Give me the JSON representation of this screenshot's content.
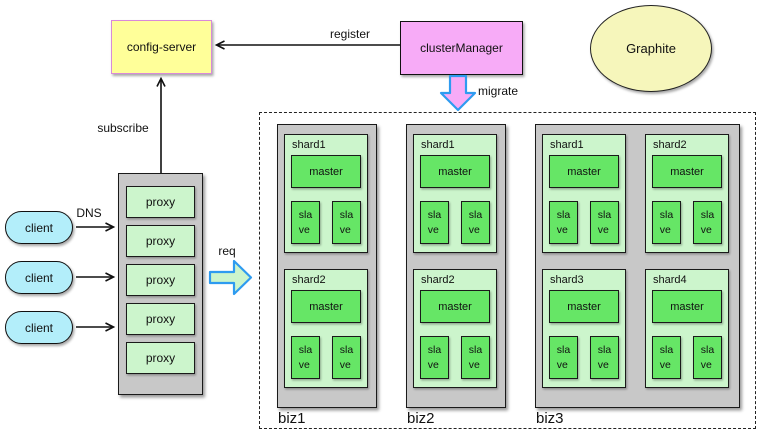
{
  "diagram": {
    "nodes": {
      "config_server": "config-server",
      "cluster_manager": "clusterManager",
      "graphite": "Graphite"
    },
    "labels": {
      "register": "register",
      "subscribe": "subscribe",
      "migrate": "migrate",
      "dns": "DNS",
      "req": "req"
    },
    "clients": [
      "client",
      "client",
      "client"
    ],
    "proxies": [
      "proxy",
      "proxy",
      "proxy",
      "proxy",
      "proxy"
    ],
    "groups": [
      {
        "label": "biz1",
        "shards": [
          {
            "label": "shard1",
            "master": "master",
            "slaves": [
              "sla\nve",
              "sla\nve"
            ]
          },
          {
            "label": "shard2",
            "master": "master",
            "slaves": [
              "sla\nve",
              "sla\nve"
            ]
          }
        ]
      },
      {
        "label": "biz2",
        "shards": [
          {
            "label": "shard1",
            "master": "master",
            "slaves": [
              "sla\nve",
              "sla\nve"
            ]
          },
          {
            "label": "shard2",
            "master": "master",
            "slaves": [
              "sla\nve",
              "sla\nve"
            ]
          }
        ]
      },
      {
        "label": "biz3",
        "shards": [
          {
            "label": "shard1",
            "master": "master",
            "slaves": [
              "sla\nve",
              "sla\nve"
            ]
          },
          {
            "label": "shard2",
            "master": "master",
            "slaves": [
              "sla\nve",
              "sla\nve"
            ]
          },
          {
            "label": "shard3",
            "master": "master",
            "slaves": [
              "sla\nve",
              "sla\nve"
            ]
          },
          {
            "label": "shard4",
            "master": "master",
            "slaves": [
              "sla\nve",
              "sla\nve"
            ]
          }
        ]
      }
    ],
    "colors": {
      "config_server_fill": "#ffff99",
      "config_server_border": "#d98ad9",
      "cluster_manager_fill": "#f7abf7",
      "graphite_fill": "#f6f6bb",
      "client_fill": "#b3eefa",
      "container_gray": "#c8c8c8",
      "pale_green": "#ccf5cc",
      "node_green": "#66e666",
      "block_arrow_border": "#2e9bf0"
    }
  }
}
